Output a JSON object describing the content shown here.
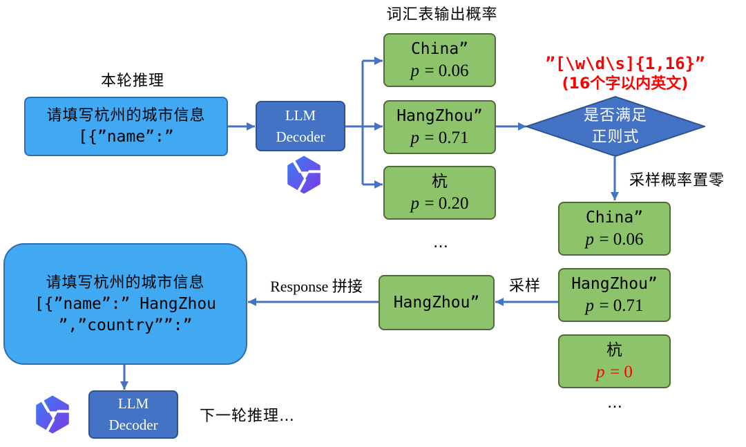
{
  "round_label": "本轮推理",
  "prompt_box": {
    "line1": "请填写杭州的城市信息",
    "line2": "[{”name”:”"
  },
  "decoder_top": {
    "line1": "LLM",
    "line2": "Decoder"
  },
  "vocab_label": "词汇表输出概率",
  "vocab_candidates": [
    {
      "token": "China”",
      "symbol": "p",
      "value": "= 0.06"
    },
    {
      "token": "HangZhou”",
      "symbol": "p",
      "value": "= 0.71"
    },
    {
      "token": "杭",
      "symbol": "p",
      "value": "= 0.20"
    }
  ],
  "vocab_more": "…",
  "regex": {
    "pattern": "”[\\w\\d\\s]{1,16}”",
    "note": "(16个字以内英文)"
  },
  "check": {
    "line1": "是否满足",
    "line2": "正则式"
  },
  "zero_label": "采样概率置零",
  "masked_candidates": [
    {
      "token": "China”",
      "symbol": "p",
      "value": "= 0.06",
      "zeroed": false
    },
    {
      "token": "HangZhou”",
      "symbol": "p",
      "value": "= 0.71",
      "zeroed": false
    },
    {
      "token": "杭",
      "symbol": "p",
      "value": "= 0",
      "zeroed": true
    }
  ],
  "masked_more": "…",
  "sample_label": "采样",
  "sampled_token": "HangZhou”",
  "concat_label": "Response 拼接",
  "next_prompt": {
    "line1": "请填写杭州的城市信息",
    "line2": "[{”name”:” HangZhou",
    "line3": "”,”country””:”"
  },
  "decoder_bottom": {
    "line1": "LLM",
    "line2": "Decoder"
  },
  "next_round_label": "下一轮推理…",
  "icons": {
    "model_logo": "qwen-logo-icon",
    "connector": "arrow-icon"
  },
  "colors": {
    "prompt_box": "#41A9F2",
    "prompt_border": "#2E6DB4",
    "decoder": "#4472C4",
    "decoder_border": "#2F528F",
    "candidate": "#8DC36A",
    "candidate_border": "#4F6B3A",
    "arrow": "#4472C4",
    "highlight": "#FF0000",
    "logo_start": "#3E7BF2",
    "logo_end": "#7A3CE6"
  }
}
